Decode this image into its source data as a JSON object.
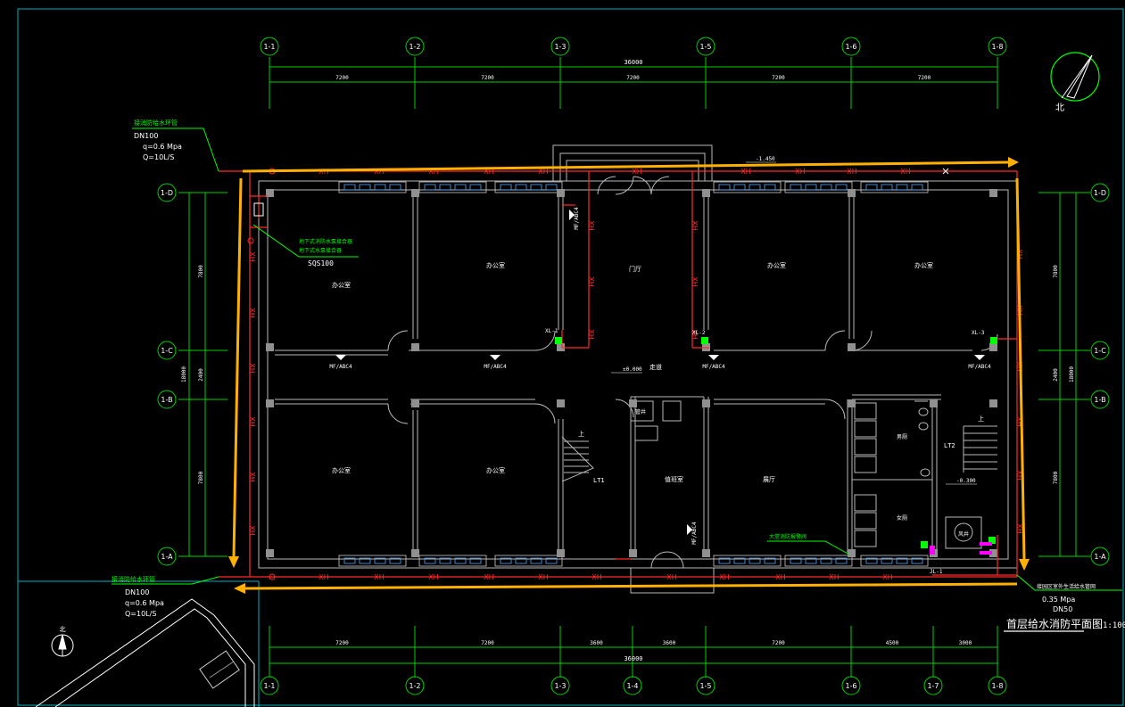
{
  "drawing": {
    "title": "首层给水消防平面图",
    "scale": "1:100",
    "north_label": "北",
    "north_label_small": "北"
  },
  "grid": {
    "top_axes": [
      "1-1",
      "1-2",
      "1-3",
      "1-5",
      "1-6",
      "1-8"
    ],
    "top_total": "36000",
    "top_spans": [
      "7200",
      "7200",
      "7200",
      "7200",
      "7200"
    ],
    "bottom_axes": [
      "1-1",
      "1-2",
      "1-3",
      "1-4",
      "1-5",
      "1-6",
      "1-7",
      "1-8"
    ],
    "bottom_total": "36000",
    "bottom_spans": [
      "7200",
      "7200",
      "3600",
      "3600",
      "7200",
      "4500",
      "3000"
    ],
    "left_axes": [
      "1-D",
      "1-C",
      "1-B",
      "1-A"
    ],
    "left_total": "18000",
    "left_spans": [
      "7800",
      "2400",
      "7800"
    ],
    "right_axes": [
      "1-D",
      "1-C",
      "1-B",
      "1-A"
    ],
    "right_total": "18000",
    "right_spans": [
      "7800",
      "2400",
      "7800"
    ]
  },
  "pipes": {
    "xh_label": "XH",
    "top_elev": "-1.450",
    "floor_elev": "±0.000",
    "toilet_elev": "-0.300",
    "hydrant_label": "MF/ABC4",
    "risers": [
      "XL-1",
      "XL-2",
      "XL-3"
    ],
    "jl_label": "JL-1",
    "valve_label": "SQS100"
  },
  "notes": {
    "top_left": {
      "title": "接消防给水环管",
      "dn": "DN100",
      "q": "q=0.6 Mpa",
      "flow": "Q=10L/S"
    },
    "bottom_left": {
      "title": "接消防给水环管",
      "dn": "DN100",
      "q": "q=0.6 Mpa",
      "flow": "Q=10L/S"
    },
    "bottom_right": {
      "title": "接园区室外生活给水管网",
      "pressure": "0.35 Mpa",
      "dn": "DN50"
    },
    "connector": {
      "line1": "地下式消防水泵接合器",
      "line2": "地下式水泵接合器"
    },
    "alarm_valve": "大堂消防报警阀"
  },
  "rooms": {
    "office": "办公室",
    "lobby": "门厅",
    "corridor": "走道",
    "duty": "值班室",
    "hall": "展厅",
    "stair1": "LT1",
    "stair2": "LT2",
    "up": "上",
    "wc_male": "男厕",
    "wc_female": "女厕",
    "shaft1": "管井",
    "shaft2": "风井"
  },
  "colors": {
    "background": "#000000",
    "pipe": "#ff2a2a",
    "arrow": "#ffb000",
    "grid": "#00d000",
    "wall": "#b8b8b8",
    "window": "#50a8ff",
    "column": "#909090",
    "text": "#ffffff",
    "note": "#00ff00",
    "fixture": "#ff00ff"
  }
}
